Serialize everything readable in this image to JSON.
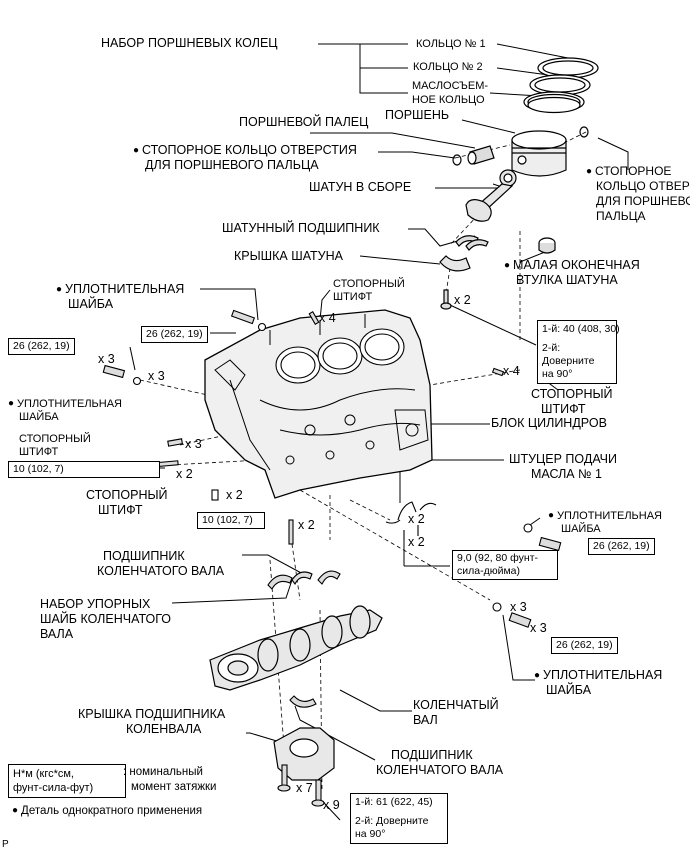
{
  "labels": {
    "piston_ring_set": "НАБОР ПОРШНЕВЫХ КОЛЕЦ",
    "ring_1": "КОЛЬЦО № 1",
    "ring_2": "КОЛЬЦО № 2",
    "oil_ring_l1": "МАСЛОСЪЕМ-",
    "oil_ring_l2": "НОЕ КОЛЬЦО",
    "piston_pin": "ПОРШНЕВОЙ ПАЛЕЦ",
    "piston": "ПОРШЕНЬ",
    "snap_ring_left_l1": "СТОПОРНОЕ КОЛЬЦО ОТВЕРСТИЯ",
    "snap_ring_left_l2": "ДЛЯ ПОРШНЕВОГО ПАЛЬЦА",
    "rod_assy": "ШАТУН В СБОРЕ",
    "snap_ring_right_l1": "СТОПОРНОЕ",
    "snap_ring_right_l2": "КОЛЬЦО ОТВЕРСТИЯ",
    "snap_ring_right_l3": "ДЛЯ ПОРШНЕВОГО",
    "snap_ring_right_l4": "ПАЛЬЦА",
    "rod_bearing": "ШАТУННЫЙ ПОДШИПНИК",
    "rod_cap": "КРЫШКА ШАТУНА",
    "small_bushing_l1": "МАЛАЯ ОКОНЕЧНАЯ",
    "small_bushing_l2": "ВТУЛКА ШАТУНА",
    "seal_washer_l1": "УПЛОТНИТЕЛЬНАЯ",
    "seal_washer_l2": "ШАЙБА",
    "stop_pin_l1": "СТОПОРНЫЙ",
    "stop_pin_l2": "ШТИФТ",
    "stop_pin_l1_mixed": "СТОПОРНЫЙ",
    "stop_pin_l2_mixed": "ШТИФТ",
    "cyl_block": "БЛОК ЦИЛИНДРОВ",
    "oil_union_l1": "ШТУЦЕР ПОДАЧИ",
    "oil_union_l2": "МАСЛА № 1",
    "crank_bearing_l1": "ПОДШИПНИК",
    "crank_bearing_l2": "КОЛЕНЧАТОГО ВАЛА",
    "thrust_washer_l1": "НАБОР УПОРНЫХ",
    "thrust_washer_l2": "ШАЙБ КОЛЕНЧАТОГО",
    "thrust_washer_l3": "ВАЛА",
    "crankshaft_l1": "КОЛЕНЧАТЫЙ",
    "crankshaft_l2": "ВАЛ",
    "main_cap_l1": "КРЫШКА ПОДШИПНИКА",
    "main_cap_l2": "КОЛЕНВАЛА",
    "page_marker": "P"
  },
  "quantities": {
    "x2": "x 2",
    "x3": "x 3",
    "x4": "x 4",
    "x7": "x 7",
    "x9": "x 9"
  },
  "torques": {
    "t26": "26 (262, 19)",
    "t10": "10 (102, 7)",
    "t9_l1": "9,0 (92, 80 фунт-",
    "t9_l2": "сила-дюйма)",
    "rod_first": "1-й: 40 (408, 30)",
    "rod_second_l1": "2-й: Доверните",
    "rod_second_l2": "на 90°",
    "main_first": "1-й: 61 (622, 45)",
    "main_second_l1": "2-й: Доверните",
    "main_second_l2": "на 90°"
  },
  "legend": {
    "key_l1": "Н*м (кгс*см,",
    "key_l2": "фунт-сила-фут)",
    "key_desc_l1": ": номинальный",
    "key_desc_l2": "момент затяжки",
    "non_reusable": "Деталь однократного применения"
  }
}
